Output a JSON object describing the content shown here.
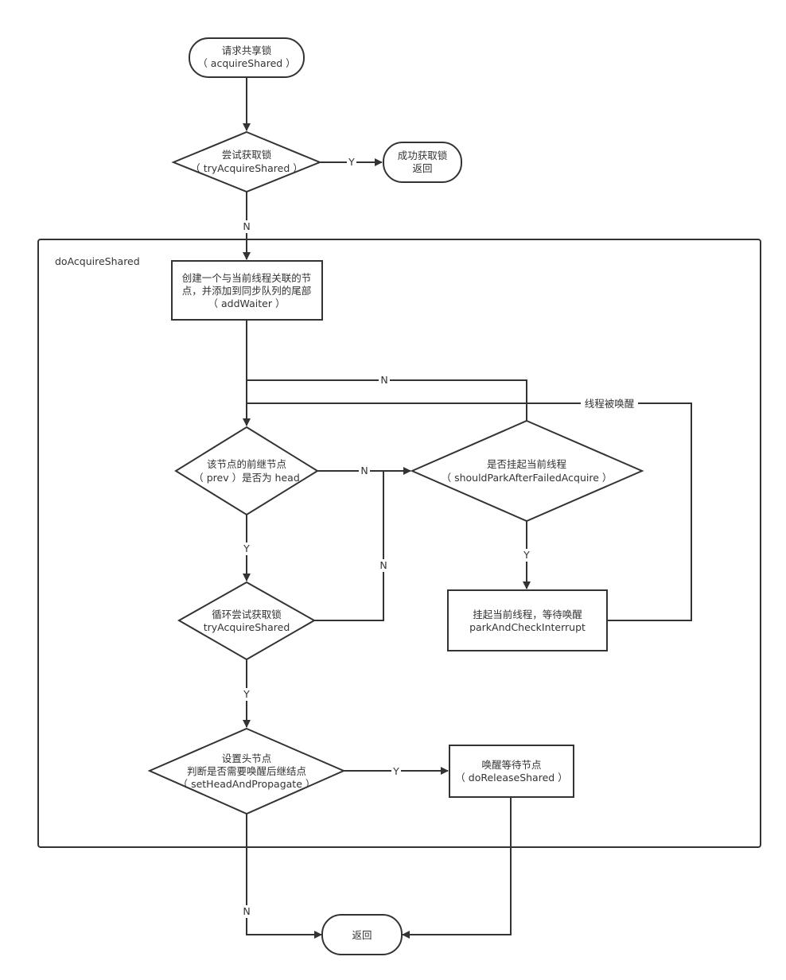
{
  "container": {
    "title": "doAcquireShared"
  },
  "nodes": {
    "start": [
      "请求共享锁",
      "（ acquireShared ）"
    ],
    "try_acquire": [
      "尝试获取锁",
      "（ tryAcquireShared ）"
    ],
    "success": [
      "成功获取锁",
      "返回"
    ],
    "add_waiter": [
      "创建一个与当前线程关联的节",
      "点，并添加到同步队列的尾部",
      "（ addWaiter ）"
    ],
    "prev_is_head": [
      "该节点的前继节点",
      "（ prev ）是否为 head"
    ],
    "should_park": [
      "是否挂起当前线程",
      "（ shouldParkAfterFailedAcquire ）"
    ],
    "loop_try": [
      "循环尝试获取锁",
      "tryAcquireShared"
    ],
    "park": [
      "挂起当前线程，等待唤醒",
      "parkAndCheckInterrupt"
    ],
    "set_head": [
      "设置头节点",
      "判断是否需要唤醒后继结点",
      "（ setHeadAndPropagate ）"
    ],
    "release": [
      "唤醒等待节点",
      "（ doReleaseShared ）"
    ],
    "end": [
      "返回"
    ]
  },
  "edge_labels": {
    "try_yes": "Y",
    "try_no": "N",
    "loop_back_no": "N",
    "woken": "线程被唤醒",
    "prev_no": "N",
    "prev_yes": "Y",
    "park_yes": "Y",
    "loop_try_no": "N",
    "loop_try_yes": "Y",
    "set_head_yes": "Y",
    "set_head_no": "N"
  }
}
